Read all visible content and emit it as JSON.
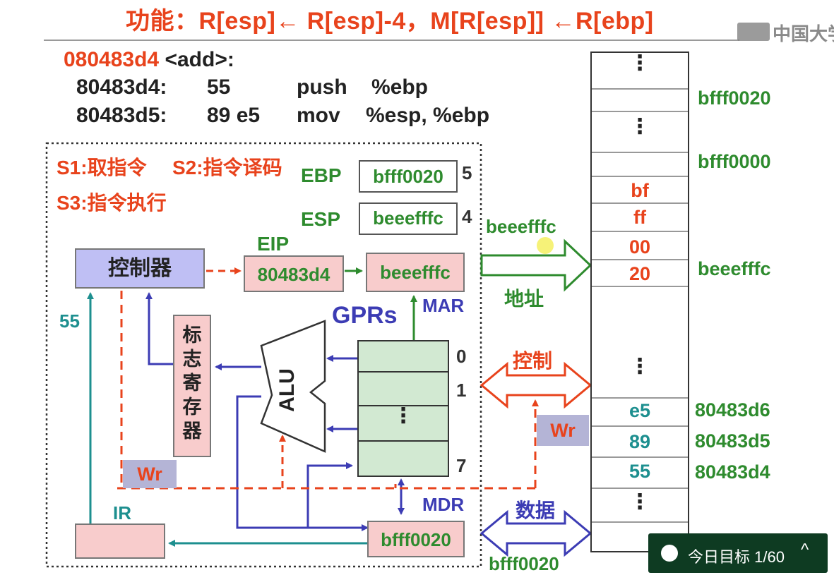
{
  "title": "功能：R[esp]← R[esp]-4，M[R[esp]] ←R[ebp]",
  "logo": "中国大学",
  "code": {
    "header": "080483d4",
    "header_rest": " <add>:",
    "lines": [
      {
        "addr": "80483d4:",
        "bytes": "55",
        "op": "push",
        "args": "%ebp"
      },
      {
        "addr": "80483d5:",
        "bytes": "89 e5",
        "op": "mov",
        "args": "%esp, %ebp"
      }
    ]
  },
  "stages": {
    "s1": "S1:取指令",
    "s2": "S2:指令译码",
    "s3": "S3:指令执行"
  },
  "registers": {
    "ebp": {
      "name": "EBP",
      "value": "bfff0020",
      "index": "5"
    },
    "esp": {
      "name": "ESP",
      "value": "beeefffc",
      "index": "4"
    },
    "eip": {
      "name": "EIP",
      "value": "80483d4"
    },
    "mar": {
      "name": "MAR",
      "value": "beeefffc"
    },
    "mdr": {
      "name": "MDR",
      "value": "bfff0020"
    },
    "ir": {
      "name": "IR"
    }
  },
  "controller": "控制器",
  "flags": [
    "标",
    "志",
    "寄",
    "存",
    "器"
  ],
  "alu": "ALU",
  "gprs": {
    "label": "GPRs",
    "indices": [
      "0",
      "1",
      "7"
    ],
    "dots": "⋮"
  },
  "bus_labels": {
    "addr_value": "beeefffc",
    "addr": "地址",
    "control": "控制",
    "data": "数据",
    "data_value": "bfff0020",
    "ir_in": "55",
    "wr_left": "Wr",
    "wr_right": "Wr"
  },
  "memory": {
    "cells": [
      "bf",
      "ff",
      "00",
      "20",
      "e5",
      "89",
      "55"
    ],
    "addresses": [
      "bfff0020",
      "bfff0000",
      "beeefffc",
      "80483d6",
      "80483d5",
      "80483d4"
    ],
    "dots": "⋮"
  },
  "badge": {
    "text": "今日目标 1/60",
    "caret": "^"
  },
  "colors": {
    "red": "#e8431c",
    "green": "#2e8b2e",
    "blue": "#3c3cb4",
    "teal": "#1d8f8f",
    "pink": "#f8cccc",
    "lavender": "#bfbff4",
    "gpr": "#d2e9d2"
  }
}
